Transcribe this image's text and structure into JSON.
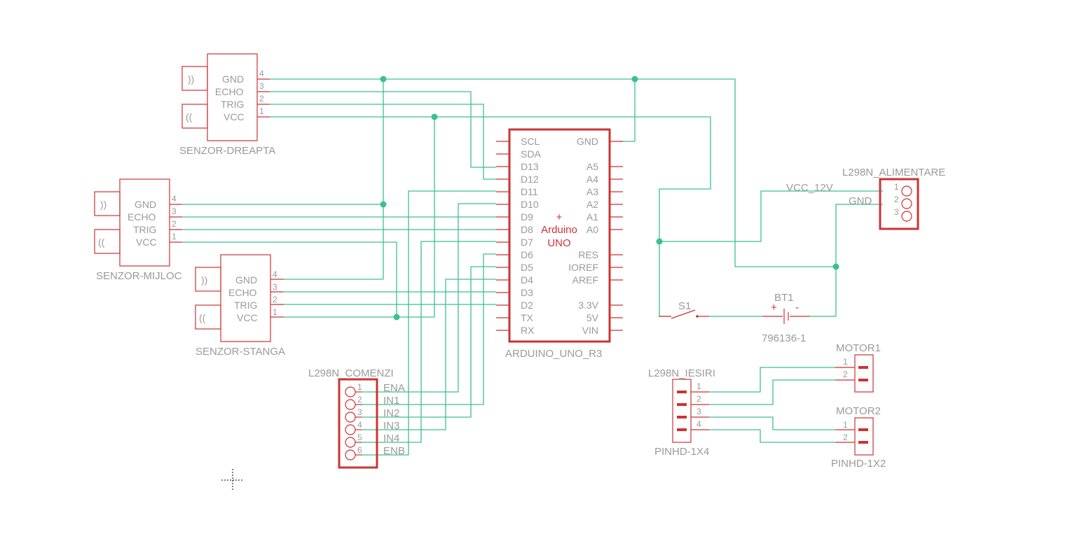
{
  "sensors": [
    {
      "name": "SENZOR-DREAPTA",
      "pins": [
        "GND",
        "ECHO",
        "TRIG",
        "VCC"
      ],
      "nums": [
        "4",
        "3",
        "2",
        "1"
      ]
    },
    {
      "name": "SENZOR-MIJLOC",
      "pins": [
        "GND",
        "ECHO",
        "TRIG",
        "VCC"
      ],
      "nums": [
        "4",
        "3",
        "2",
        "1"
      ]
    },
    {
      "name": "SENZOR-STANGA",
      "pins": [
        "GND",
        "ECHO",
        "TRIG",
        "VCC"
      ],
      "nums": [
        "4",
        "3",
        "2",
        "1"
      ]
    }
  ],
  "arduino": {
    "name": "ARDUINO_UNO_R3",
    "center": [
      "Arduino",
      "UNO"
    ],
    "left_pins": [
      "SCL",
      "SDA",
      "D13",
      "D12",
      "D11",
      "D10",
      "D9",
      "D8",
      "D7",
      "D6",
      "D5",
      "D4",
      "D3",
      "D2",
      "TX",
      "RX"
    ],
    "right_pins": [
      "GND",
      "A5",
      "A4",
      "A3",
      "A2",
      "A1",
      "A0",
      "RES",
      "IOREF",
      "AREF",
      "3.3V",
      "5V",
      "VIN"
    ]
  },
  "comenzi": {
    "name": "L298N_COMENZI",
    "nums": [
      "1",
      "2",
      "3",
      "4",
      "5",
      "6"
    ],
    "nets": [
      "ENA",
      "IN1",
      "IN2",
      "IN3",
      "IN4",
      "ENB"
    ]
  },
  "alimentare": {
    "name": "L298N_ALIMENTARE",
    "nums": [
      "1",
      "2",
      "3"
    ],
    "nets": [
      "VCC_12V",
      "GND"
    ]
  },
  "iesiri": {
    "name": "L298N_IESIRI",
    "part": "PINHD-1X4",
    "nums": [
      "1",
      "2",
      "3",
      "4"
    ]
  },
  "motor1": {
    "name": "MOTOR1",
    "nums": [
      "1",
      "2"
    ]
  },
  "motor2": {
    "name": "MOTOR2",
    "part": "PINHD-1X2",
    "nums": [
      "1",
      "2"
    ]
  },
  "switch": {
    "name": "S1"
  },
  "battery": {
    "name": "BT1",
    "part": "796136-1",
    "plus": "+",
    "minus": "-"
  },
  "colors": {
    "component": "#cc3333",
    "wire": "#3dbf8f",
    "label": "#9a9a9a"
  }
}
